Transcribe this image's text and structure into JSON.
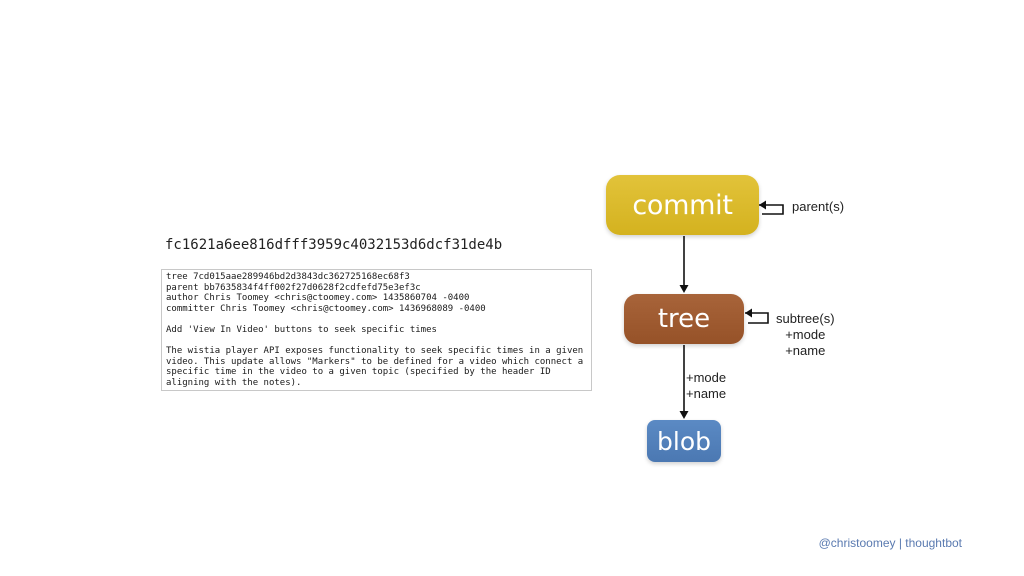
{
  "commit_hash": "fc1621a6ee816dfff3959c4032153d6dcf31de4b",
  "commit_object_lines": [
    "tree 7cd015aae289946bd2d3843dc362725168ec68f3",
    "parent bb7635834f4ff002f27d0628f2cdfefd75e3ef3c",
    "author Chris Toomey <chris@ctoomey.com> 1435860704 -0400",
    "committer Chris Toomey <chris@ctoomey.com> 1436968089 -0400",
    "",
    "Add 'View In Video' buttons to seek specific times",
    "",
    "The wistia player API exposes functionality to seek specific times in a given",
    "video. This update allows \"Markers\" to be defined for a video which connect a",
    "specific time in the video to a given topic (specified by the header ID",
    "aligning with the notes)."
  ],
  "diagram": {
    "nodes": {
      "commit": {
        "label": "commit",
        "color": "#d9b826"
      },
      "tree": {
        "label": "tree",
        "color": "#9e5a30"
      },
      "blob": {
        "label": "blob",
        "color": "#5382bc"
      }
    },
    "edges": {
      "commit_self": {
        "label": "parent(s)"
      },
      "tree_self": {
        "label_lines": [
          "subtree(s)",
          "+mode",
          "+name"
        ]
      },
      "tree_to_blob": {
        "label_lines": [
          "+mode",
          "+name"
        ]
      }
    }
  },
  "footer": "@christoomey | thoughtbot"
}
